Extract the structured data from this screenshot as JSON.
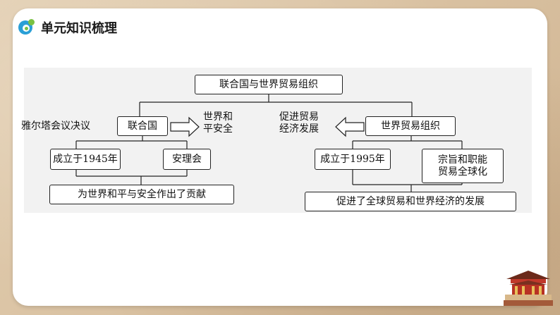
{
  "header": {
    "title": "单元知识梳理"
  },
  "diagram": {
    "root": "联合国与世界贸易组织",
    "left": {
      "note": "雅尔塔会议决议",
      "node": "联合国",
      "result_line1": "世界和",
      "result_line2": "平安全",
      "child1": "成立于1945年",
      "child2": "安理会",
      "summary": "为世界和平与安全作出了贡献"
    },
    "right": {
      "result_line1": "促进贸易",
      "result_line2": "经济发展",
      "node": "世界贸易组织",
      "child1": "成立于1995年",
      "child2_line1": "宗旨和职能",
      "child2_line2": "贸易全球化",
      "summary": "促进了全球贸易和世界经济的发展"
    }
  },
  "colors": {
    "card": "#ffffff",
    "background": "#d9c3a3",
    "logo_blue": "#2a9fd6",
    "logo_green": "#7ac143"
  }
}
